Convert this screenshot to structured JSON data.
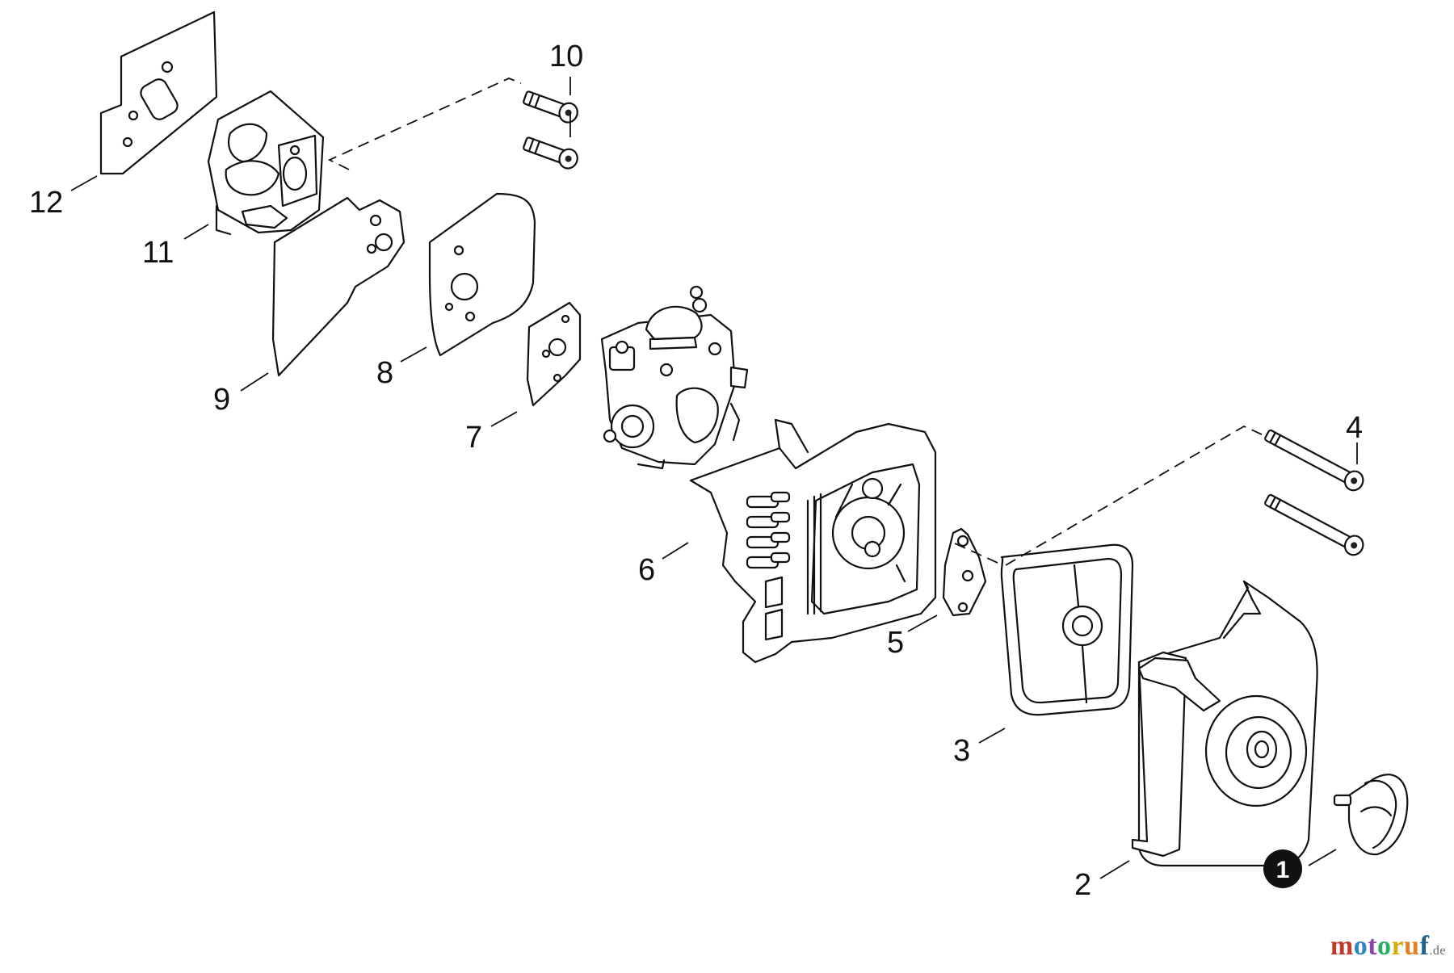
{
  "labels": {
    "p1": "1",
    "p2": "2",
    "p3": "3",
    "p4": "4",
    "p5": "5",
    "p6": "6",
    "p7": "7",
    "p8": "8",
    "p9": "9",
    "p10": "10",
    "p11": "11",
    "p12": "12"
  },
  "watermark": {
    "letters": [
      "m",
      "o",
      "t",
      "o",
      "r",
      "u",
      "f"
    ],
    "letter_colors": [
      "#c0392b",
      "#2e86c1",
      "#8e44ad",
      "#27ae60",
      "#d4ac0d",
      "#e67e22",
      "#1f618d"
    ],
    "tld": ".de"
  }
}
